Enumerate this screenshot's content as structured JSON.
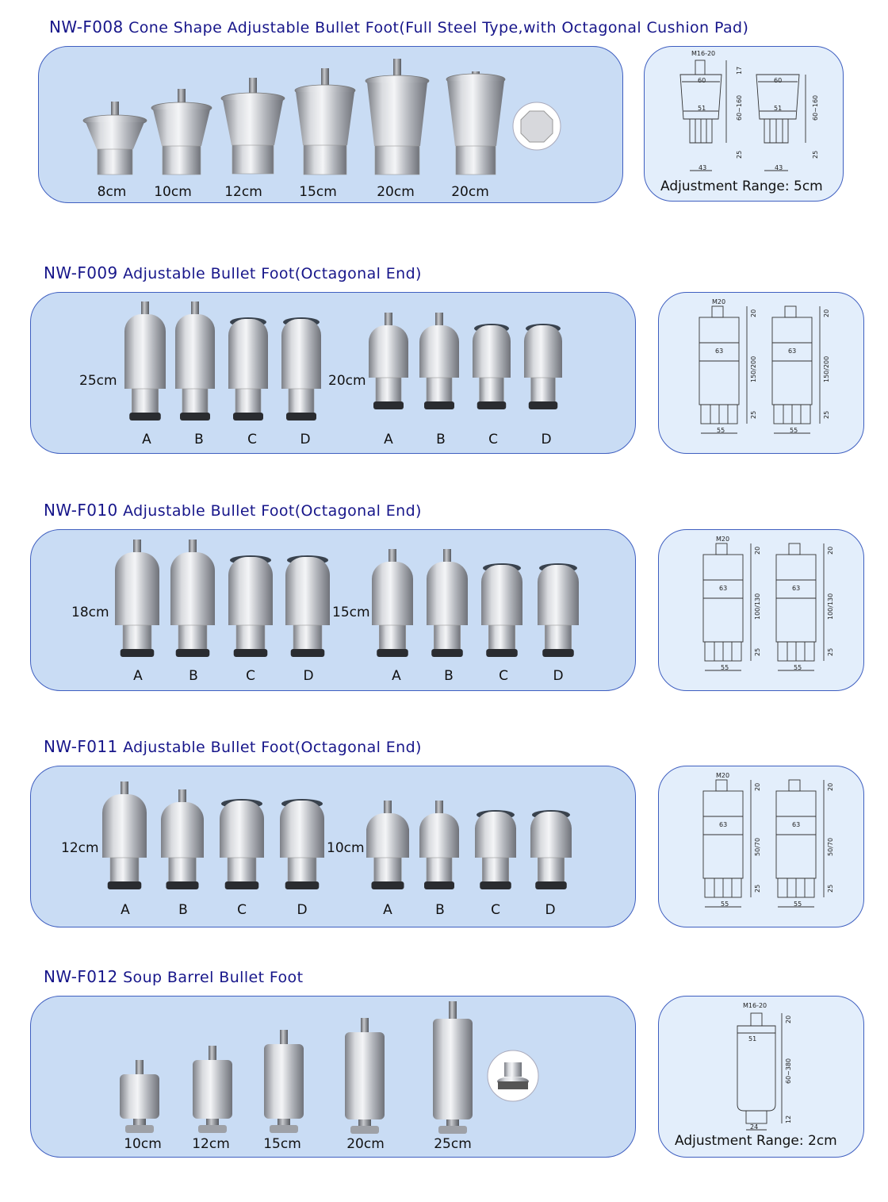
{
  "sections": [
    {
      "code": "NW-F008",
      "name": "Cone Shape Adjustable Bullet Foot(Full Steel Type,with Octagonal Cushion Pad)",
      "sizes": [
        "8cm",
        "10cm",
        "12cm",
        "15cm",
        "20cm",
        "20cm"
      ],
      "diagram": {
        "thread": "M16-20",
        "top_dim": "17",
        "width1": "60",
        "width2": "51",
        "height": "60~160",
        "foot_h": "25",
        "base": "43",
        "caption": "Adjustment Range: 5cm"
      }
    },
    {
      "code": "NW-F009",
      "name": "Adjustable Bullet Foot(Octagonal End)",
      "group1_size": "25cm",
      "group2_size": "20cm",
      "variants": [
        "A",
        "B",
        "C",
        "D",
        "A",
        "B",
        "C",
        "D"
      ],
      "diagram": {
        "thread": "M20",
        "top_dim": "20",
        "width1": "63",
        "height": "150/200",
        "foot_h": "25",
        "base": "55"
      }
    },
    {
      "code": "NW-F010",
      "name": "Adjustable Bullet Foot(Octagonal End)",
      "group1_size": "18cm",
      "group2_size": "15cm",
      "variants": [
        "A",
        "B",
        "C",
        "D",
        "A",
        "B",
        "C",
        "D"
      ],
      "diagram": {
        "thread": "M20",
        "top_dim": "20",
        "width1": "63",
        "height": "100/130",
        "foot_h": "25",
        "base": "55"
      }
    },
    {
      "code": "NW-F011",
      "name": "Adjustable Bullet Foot(Octagonal End)",
      "group1_size": "12cm",
      "group2_size": "10cm",
      "variants": [
        "A",
        "B",
        "C",
        "D",
        "A",
        "B",
        "C",
        "D"
      ],
      "diagram": {
        "thread": "M20",
        "top_dim": "20",
        "width1": "63",
        "height": "50/70",
        "foot_h": "25",
        "base": "55"
      }
    },
    {
      "code": "NW-F012",
      "name": "Soup Barrel Bullet Foot",
      "sizes": [
        "10cm",
        "12cm",
        "15cm",
        "20cm",
        "25cm"
      ],
      "diagram": {
        "thread": "M16-20",
        "top_dim": "20",
        "width1": "51",
        "height": "60~380",
        "foot_h": "12",
        "base": "24",
        "caption": "Adjustment Range: 2cm"
      }
    }
  ],
  "colors": {
    "panel": "#c9dcf4",
    "border": "#3f5fc0",
    "title": "#17168a",
    "steel": "#b9bcc2"
  }
}
